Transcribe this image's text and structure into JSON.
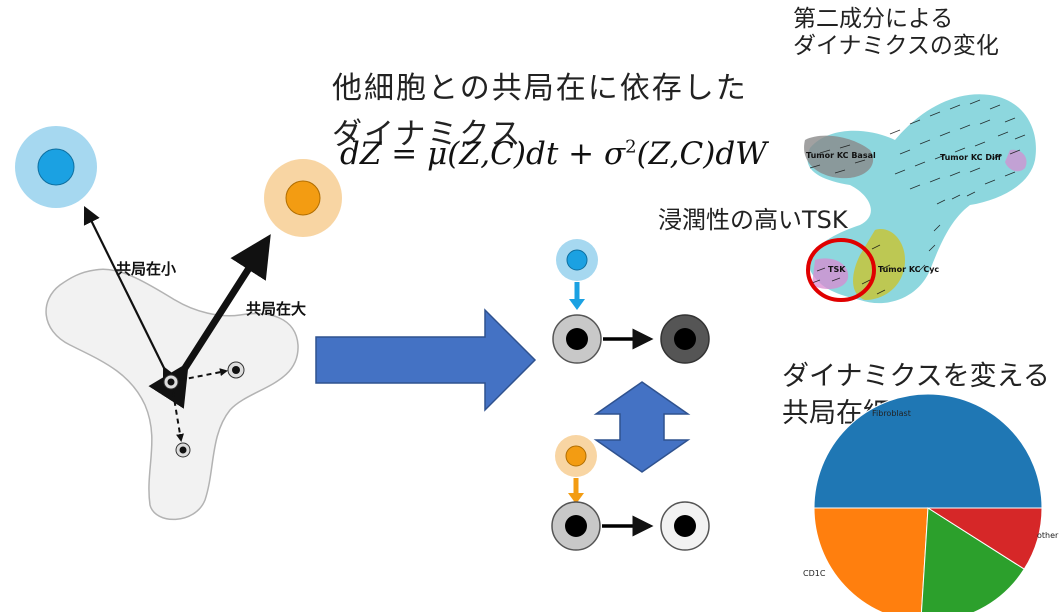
{
  "title": {
    "line1": "他細胞との共局在に依存した",
    "line2": "ダイナミクス"
  },
  "equation": {
    "lhs": "dZ = μ(Z,C)dt + σ",
    "exp": "2",
    "rhs": "(Z,C)dW"
  },
  "left_diagram": {
    "small_coloc_label": "共局在小",
    "large_coloc_label": "共局在大"
  },
  "top_right": {
    "title_line1": "第二成分による",
    "title_line2": "ダイナミクスの変化",
    "umap_labels": [
      "Tumor KC Basal",
      "Tumor KC Diff",
      "TSK",
      "Tumor KC Cyc"
    ],
    "highlight_label": "浸潤性の高いTSK"
  },
  "bottom_right": {
    "title_line1": "ダイナミクスを変える",
    "title_line2": "共局在細胞"
  },
  "colors": {
    "blue_cell": "#1ba1e2",
    "blue_halo": "#a6d8f0",
    "orange_cell": "#f39c12",
    "orange_halo": "#f8d5a3",
    "arrow_fill": "#4472c4",
    "highlight": "#e00000"
  },
  "chart_data": {
    "type": "pie",
    "categories": [
      "Fibroblast",
      "CD1C",
      "",
      "other"
    ],
    "values": [
      50,
      24,
      17,
      9
    ],
    "colors": [
      "#1f77b4",
      "#ff7f0e",
      "#2ca02c",
      "#d62728"
    ],
    "labels_shown": [
      "Fibroblast",
      "CD1C",
      "other"
    ]
  }
}
